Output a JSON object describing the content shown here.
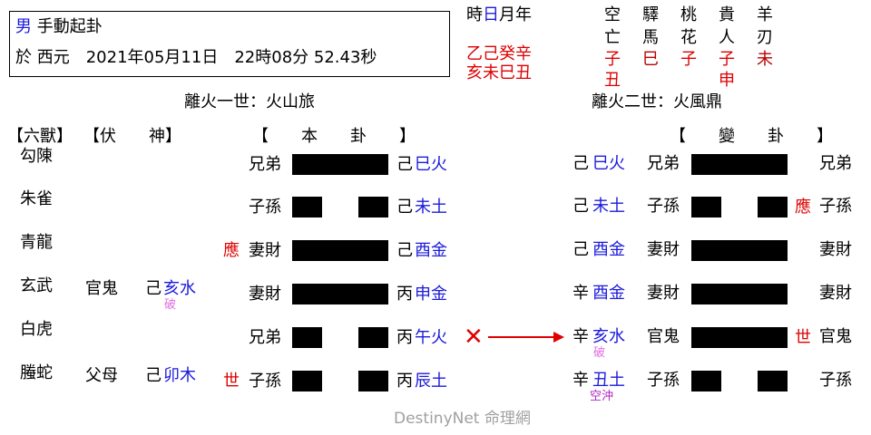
{
  "header": {
    "gender": "男",
    "method": "手動起卦",
    "date_line": "於 西元　2021年05月11日　22時08分 52.43秒"
  },
  "pillars": {
    "label_prefix": "時",
    "label_day": "日",
    "label_suffix": "月年",
    "stems": "乙己癸辛",
    "branches": "亥未巳丑"
  },
  "shensha": {
    "names_top": [
      "空",
      "驛",
      "桃",
      "貴",
      "羊"
    ],
    "names_bottom": [
      "亡",
      "馬",
      "花",
      "人",
      "刃"
    ],
    "values_row1": [
      "子",
      "巳",
      "子",
      "子",
      "未"
    ],
    "values_row2": [
      "丑",
      "",
      "",
      "申",
      ""
    ]
  },
  "gua": {
    "main_title": "離火一世：火山旅",
    "changed_title": "離火二世：火風鼎"
  },
  "headers": {
    "liushou": "【六獸】",
    "fushen": "【伏　　神】",
    "bengua": "【　　本　　卦　　】",
    "biangua": "【　　變　　卦　　】"
  },
  "rows": [
    {
      "beast": "勾陳",
      "fu_rel": "",
      "fu_stem": "",
      "fu_branch": "",
      "fu_note": "",
      "mark": "",
      "rel": "兄弟",
      "line": "yang",
      "stem": "己",
      "branch": "巳火",
      "moving": false,
      "c_stem": "己",
      "c_branch": "巳火",
      "c_note": "",
      "c_rel": "兄弟",
      "c_line": "yang",
      "c_mark": "",
      "c_rel2": "兄弟"
    },
    {
      "beast": "朱雀",
      "fu_rel": "",
      "fu_stem": "",
      "fu_branch": "",
      "fu_note": "",
      "mark": "",
      "rel": "子孫",
      "line": "yin",
      "stem": "己",
      "branch": "未土",
      "moving": false,
      "c_stem": "己",
      "c_branch": "未土",
      "c_note": "",
      "c_rel": "子孫",
      "c_line": "yin",
      "c_mark": "應",
      "c_rel2": "子孫"
    },
    {
      "beast": "青龍",
      "fu_rel": "",
      "fu_stem": "",
      "fu_branch": "",
      "fu_note": "",
      "mark": "應",
      "rel": "妻財",
      "line": "yang",
      "stem": "己",
      "branch": "酉金",
      "moving": false,
      "c_stem": "己",
      "c_branch": "酉金",
      "c_note": "",
      "c_rel": "妻財",
      "c_line": "yang",
      "c_mark": "",
      "c_rel2": "妻財"
    },
    {
      "beast": "玄武",
      "fu_rel": "官鬼",
      "fu_stem": "己",
      "fu_branch": "亥水",
      "fu_note": "破",
      "mark": "",
      "rel": "妻財",
      "line": "yang",
      "stem": "丙",
      "branch": "申金",
      "moving": false,
      "c_stem": "辛",
      "c_branch": "酉金",
      "c_note": "",
      "c_rel": "妻財",
      "c_line": "yang",
      "c_mark": "",
      "c_rel2": "妻財"
    },
    {
      "beast": "白虎",
      "fu_rel": "",
      "fu_stem": "",
      "fu_branch": "",
      "fu_note": "",
      "mark": "",
      "rel": "兄弟",
      "line": "yin",
      "stem": "丙",
      "branch": "午火",
      "moving": true,
      "c_stem": "辛",
      "c_branch": "亥水",
      "c_note": "破",
      "c_rel": "官鬼",
      "c_line": "yang",
      "c_mark": "世",
      "c_rel2": "官鬼"
    },
    {
      "beast": "螣蛇",
      "fu_rel": "父母",
      "fu_stem": "己",
      "fu_branch": "卯木",
      "fu_note": "",
      "mark": "世",
      "rel": "子孫",
      "line": "yin",
      "stem": "丙",
      "branch": "辰土",
      "moving": false,
      "c_stem": "辛",
      "c_branch": "丑土",
      "c_note": "空沖",
      "c_rel": "子孫",
      "c_line": "yin",
      "c_mark": "",
      "c_rel2": "子孫"
    }
  ],
  "moving_symbol": "✕",
  "watermark": "DestinyNet 命理網",
  "colors": {
    "branch": "#1a1adc",
    "mark": "#dd0000",
    "pillars": "#dd0000",
    "broken": "#e070e0",
    "void_clash": "#b020c0"
  }
}
